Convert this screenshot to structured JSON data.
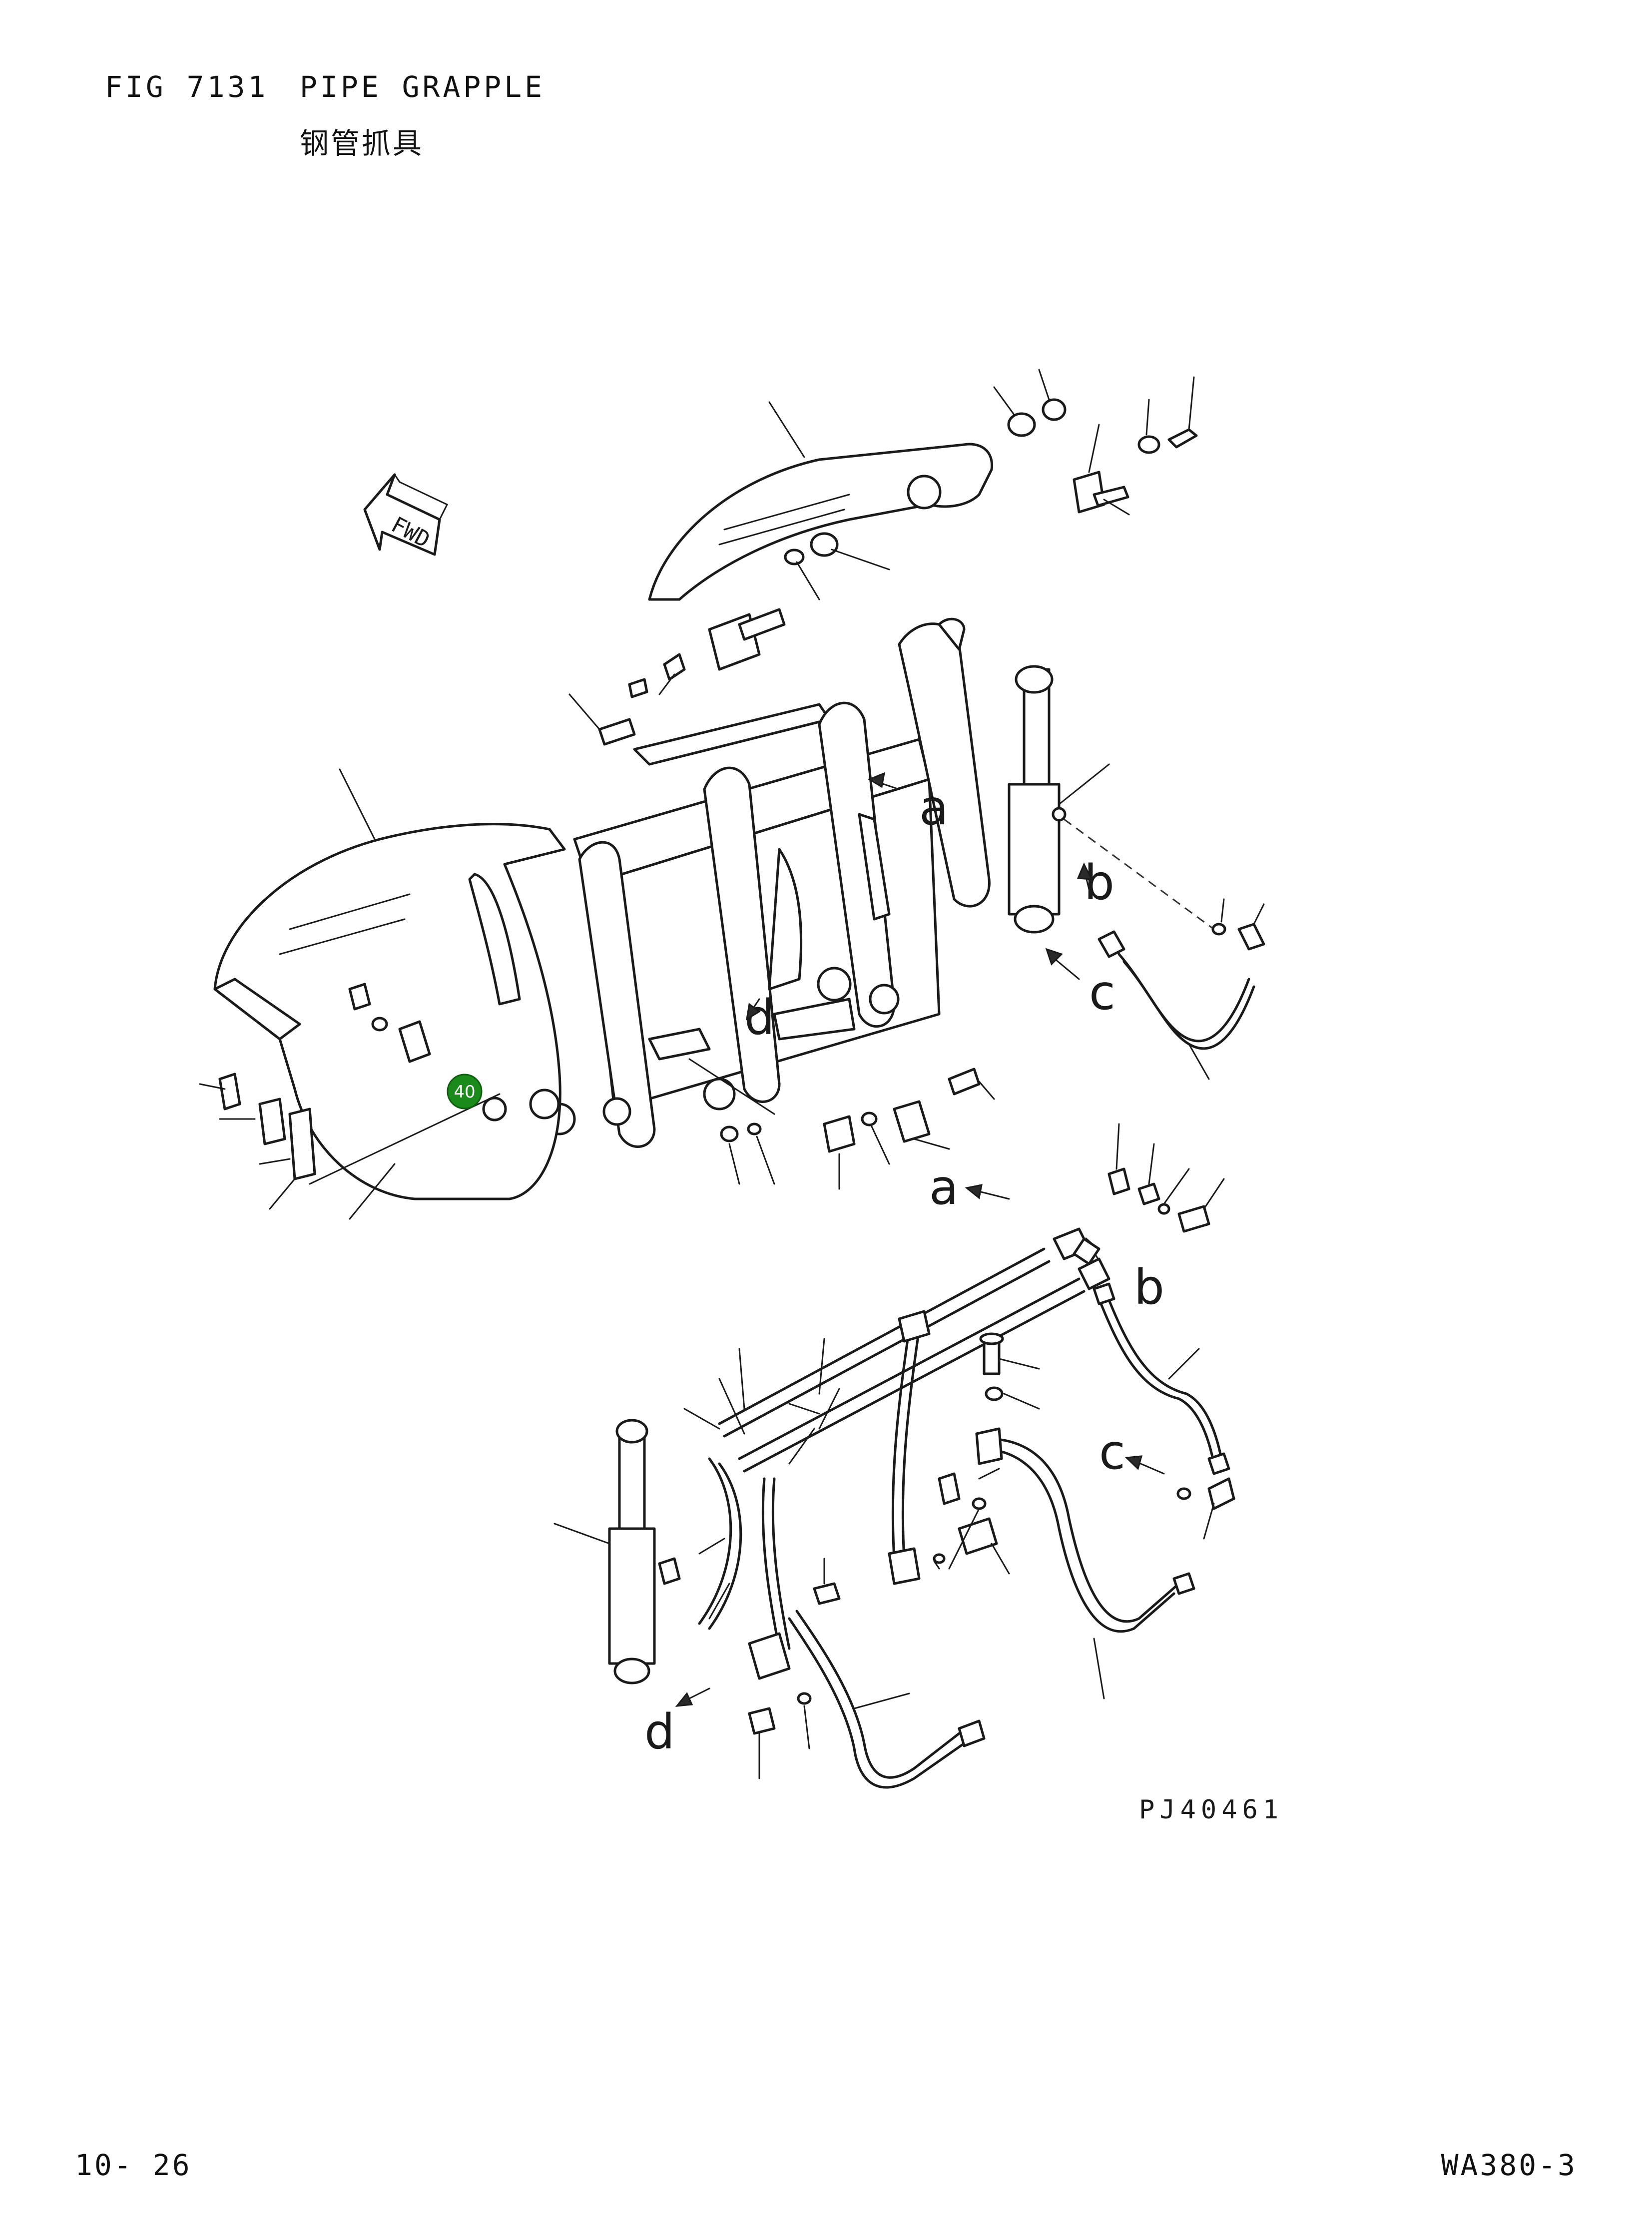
{
  "header": {
    "fig_label": "FIG 7131",
    "title_en": "PIPE GRAPPLE",
    "title_cn": "钢管抓具"
  },
  "diagram": {
    "direction_label": "FWD",
    "connection_letters": {
      "a": "a",
      "b": "b",
      "c": "c",
      "d": "d"
    },
    "highlight_marker": {
      "label": "40",
      "color": "#1a8a1a"
    },
    "drawing_number": "PJ40461"
  },
  "footer": {
    "page_number": "10- 26",
    "model_code": "WA380-3"
  }
}
